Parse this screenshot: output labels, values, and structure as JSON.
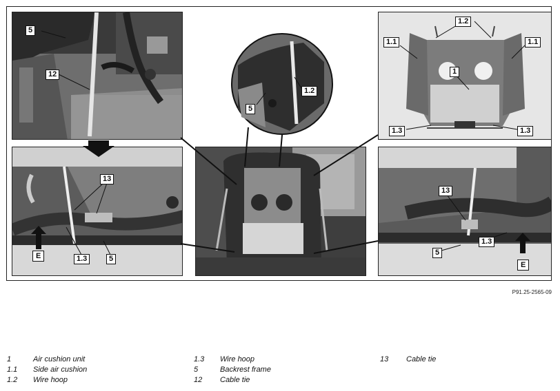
{
  "reference": "P91.25-2565-09",
  "callouts": {
    "tl_5": "5",
    "tl_12": "12",
    "circle_5": "5",
    "circle_1_2": "1.2",
    "tr_1_2": "1.2",
    "tr_1_1_left": "1.1",
    "tr_1_1_right": "1.1",
    "tr_1": "1",
    "tr_1_3_left": "1.3",
    "tr_1_3_right": "1.3",
    "bl_13": "13",
    "bl_1_3": "1.3",
    "bl_5": "5",
    "bl_e": "E",
    "br_13": "13",
    "br_1_3": "1.3",
    "br_5": "5",
    "br_e": "E"
  },
  "legend": [
    [
      {
        "num": "1",
        "text": "Air cushion unit"
      },
      {
        "num": "1.1",
        "text": "Side air cushion"
      },
      {
        "num": "1.2",
        "text": "Wire hoop"
      }
    ],
    [
      {
        "num": "1.3",
        "text": "Wire hoop"
      },
      {
        "num": "5",
        "text": "Backrest frame"
      },
      {
        "num": "12",
        "text": "Cable tie"
      }
    ],
    [
      {
        "num": "13",
        "text": "Cable tie"
      }
    ]
  ]
}
